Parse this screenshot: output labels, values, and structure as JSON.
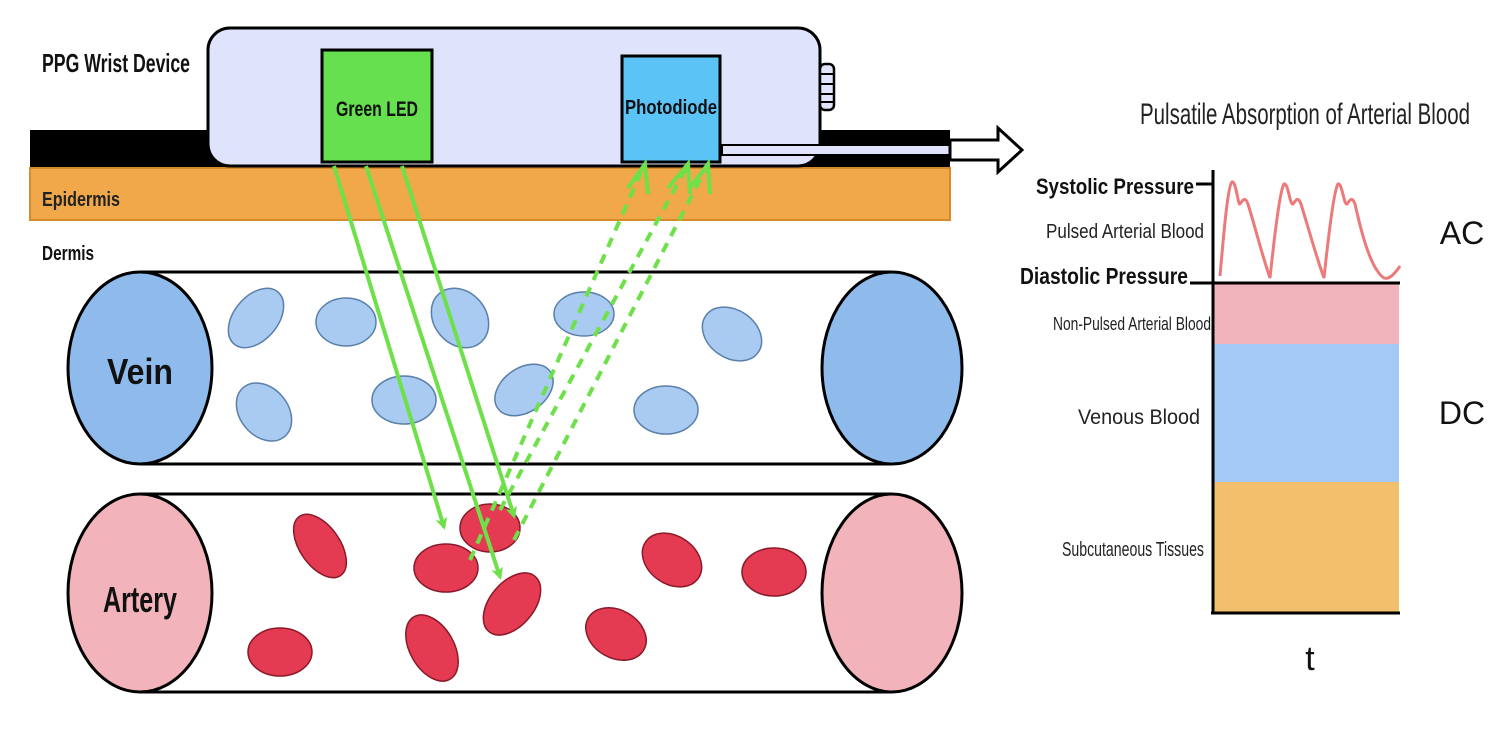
{
  "device": {
    "title": "PPG Wrist Device",
    "led_label": "Green LED",
    "photodiode_label": "Photodiode"
  },
  "layers": {
    "epidermis": "Epidermis",
    "dermis": "Dermis"
  },
  "vessels": {
    "vein": "Vein",
    "artery": "Artery"
  },
  "graph": {
    "title": "Pulsatile Absorption of Arterial Blood",
    "systolic": "Systolic Pressure",
    "diastolic": "Diastolic Pressure",
    "pulsed_arterial": "Pulsed Arterial Blood",
    "non_pulsed_arterial": "Non-Pulsed Arterial Blood",
    "venous": "Venous Blood",
    "subcutaneous": "Subcutaneous Tissues",
    "ac": "AC",
    "dc": "DC",
    "x_axis": "t"
  },
  "colors": {
    "device_body": "#dfe3fb",
    "led": "#66e04e",
    "photodiode": "#5bc3f6",
    "epidermis": "#f0a84b",
    "strap": "#000000",
    "vein": "#8fbbec",
    "vein_cell": "#a9cbf2",
    "artery": "#f2b4ba",
    "artery_cell": "#e43a52",
    "light_ray": "#6ee04a",
    "non_pulsed": "#f2b4bc",
    "venous_band": "#a3c9f6",
    "tissue_band": "#f2bf6c",
    "pulse_wave": "#ec7a7a"
  }
}
